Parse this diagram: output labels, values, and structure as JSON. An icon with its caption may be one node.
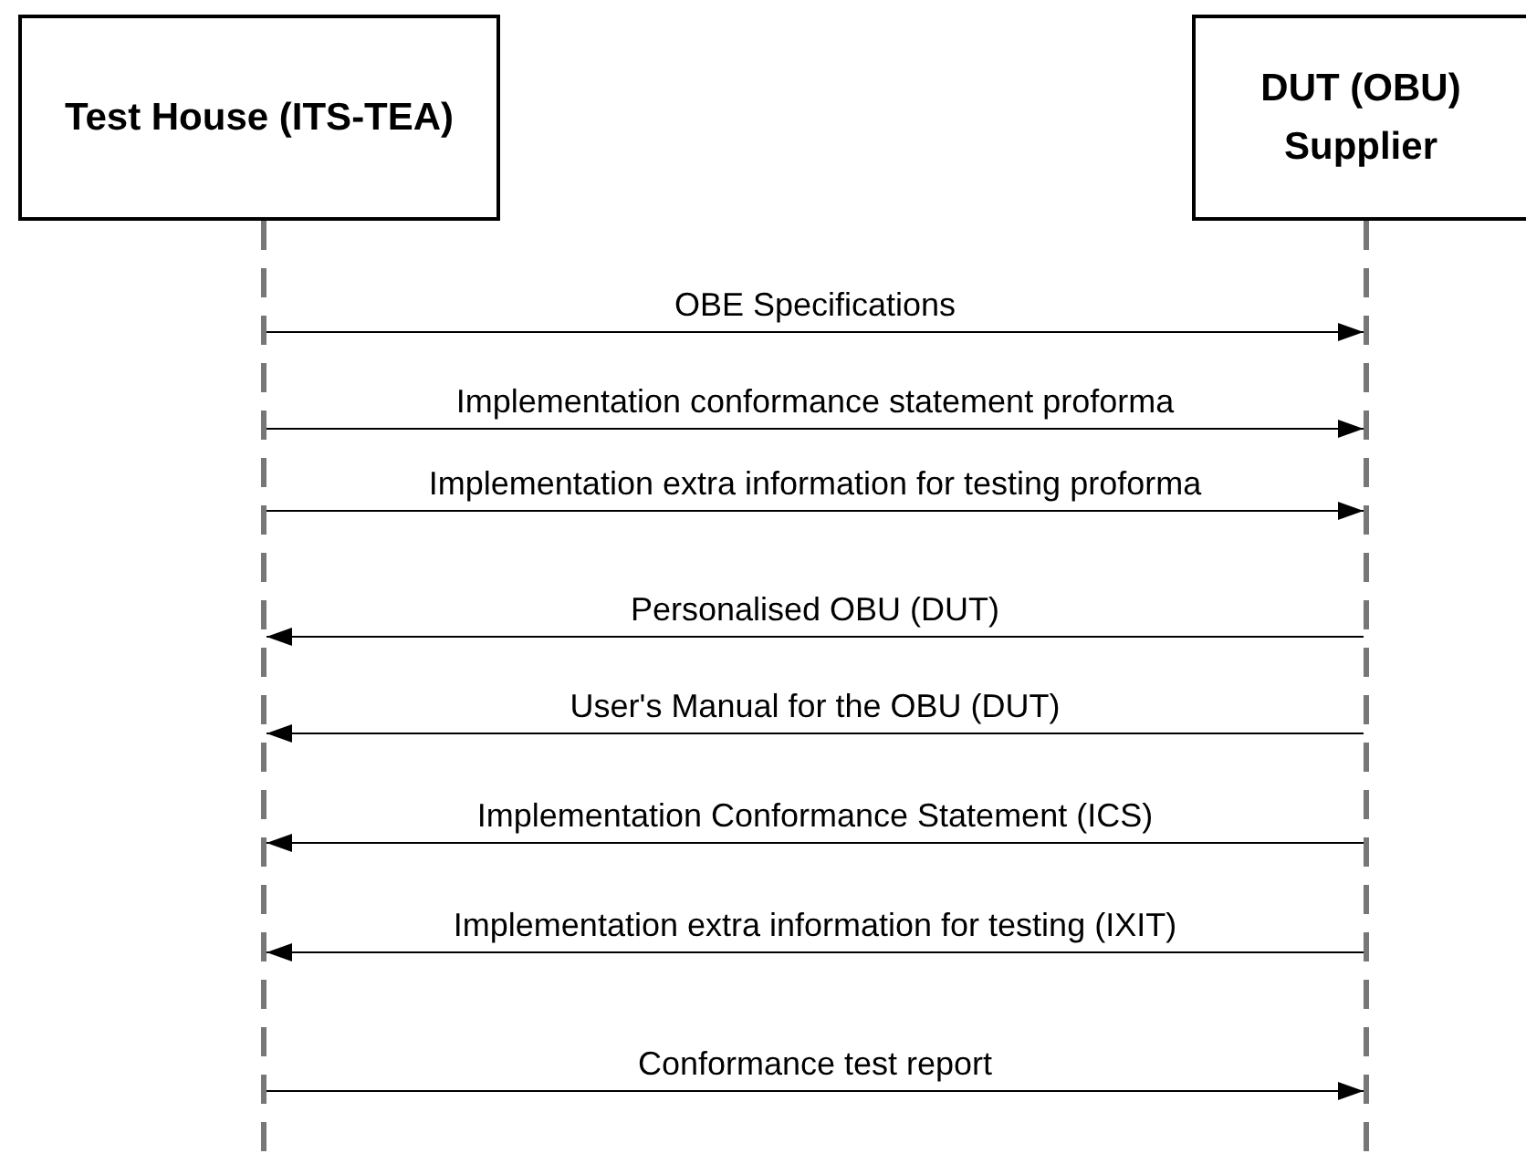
{
  "diagram": {
    "nodes": [
      {
        "text": [
          "Test House (ITS-TEA)"
        ]
      },
      {
        "text": [
          "DUT (OBU) Supplier"
        ]
      },
      {
        "text": [],
        "shape": "line"
      },
      {
        "text": [],
        "shape": "line"
      }
    ],
    "edges": [
      {
        "from": 2,
        "to": 3,
        "arrow": "to",
        "label": "OBE Specifications"
      },
      {
        "from": 2,
        "to": 3,
        "arrow": "to",
        "label": "Implementation conformance statement proforma"
      },
      {
        "from": 2,
        "to": 3,
        "arrow": "to",
        "label": "Implementation extra information for testing proforma"
      },
      {
        "from": 3,
        "to": 2,
        "arrow": "to",
        "label": "Personalised OBU (DUT)"
      },
      {
        "from": 3,
        "to": 2,
        "arrow": "to",
        "label": "User's Manual for the OBU (DUT)"
      },
      {
        "from": 3,
        "to": 2,
        "arrow": "to",
        "label": "Implementation Conformance Statement (ICS)"
      },
      {
        "from": 3,
        "to": 2,
        "arrow": "to",
        "label": "Implementation extra information for testing (IXIT)"
      },
      {
        "from": 2,
        "to": 3,
        "arrow": "to",
        "label": "Conformance test report"
      }
    ]
  }
}
